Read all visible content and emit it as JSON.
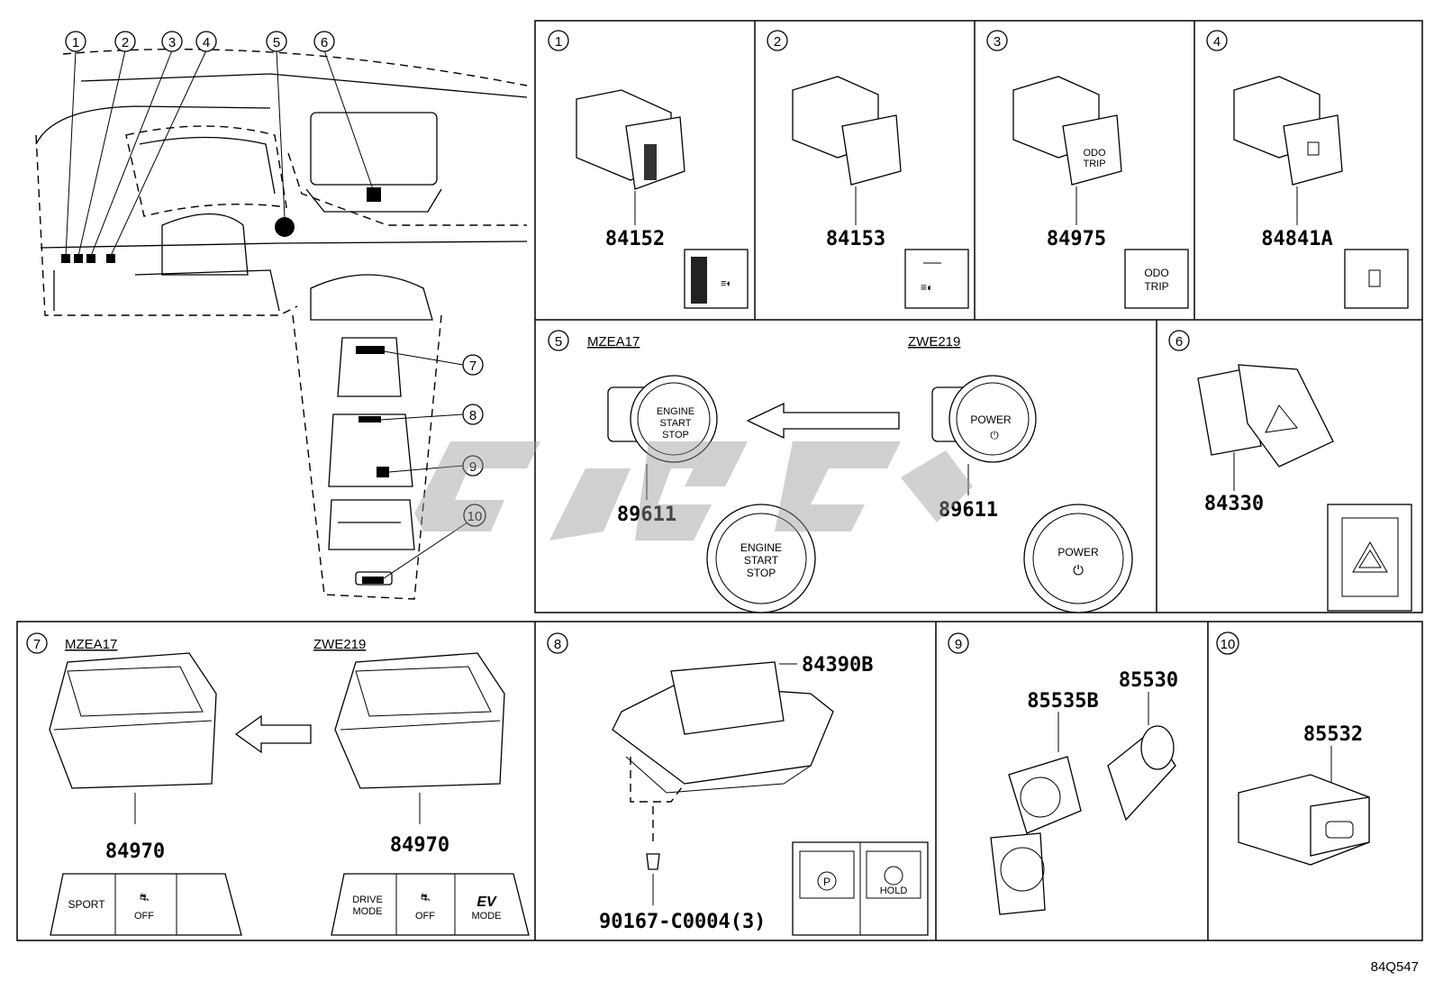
{
  "diagram_code": "84Q547",
  "watermark": "dark-logo-watermark",
  "overview": {
    "callouts": [
      "1",
      "2",
      "3",
      "4",
      "5",
      "6",
      "7",
      "8",
      "9",
      "10"
    ]
  },
  "panels": {
    "p1": {
      "num": "1",
      "part": "84152"
    },
    "p2": {
      "num": "2",
      "part": "84153"
    },
    "p3": {
      "num": "3",
      "part": "84975",
      "icon_text_1": "ODO",
      "icon_text_2": "TRIP",
      "body_text_1": "ODO",
      "body_text_2": "TRIP"
    },
    "p4": {
      "num": "4",
      "part": "84841A"
    },
    "p5": {
      "num": "5",
      "code_left": "MZEA17",
      "code_right": "ZWE219",
      "part_left": "89611",
      "part_right": "89611",
      "btn_left": [
        "ENGINE",
        "START",
        "STOP"
      ],
      "btn_right": "POWER",
      "icon_left": [
        "ENGINE",
        "START",
        "STOP"
      ],
      "icon_right": "POWER"
    },
    "p6": {
      "num": "6",
      "part": "84330"
    },
    "p7": {
      "num": "7",
      "code_left": "MZEA17",
      "code_right": "ZWE219",
      "part_left": "84970",
      "part_right": "84970",
      "left_labels": {
        "sport": "SPORT",
        "off": "OFF"
      },
      "right_labels": {
        "drive": "DRIVE",
        "mode": "MODE",
        "off": "OFF",
        "ev": "EV",
        "ev_mode": "MODE"
      }
    },
    "p8": {
      "num": "8",
      "part_switch": "84390B",
      "part_bolt": "90167-C0004(3)",
      "hold": "HOLD",
      "p_symbol": "P"
    },
    "p9": {
      "num": "9",
      "part_lid": "85535B",
      "part_socket": "85530"
    },
    "p10": {
      "num": "10",
      "part": "85532"
    }
  }
}
